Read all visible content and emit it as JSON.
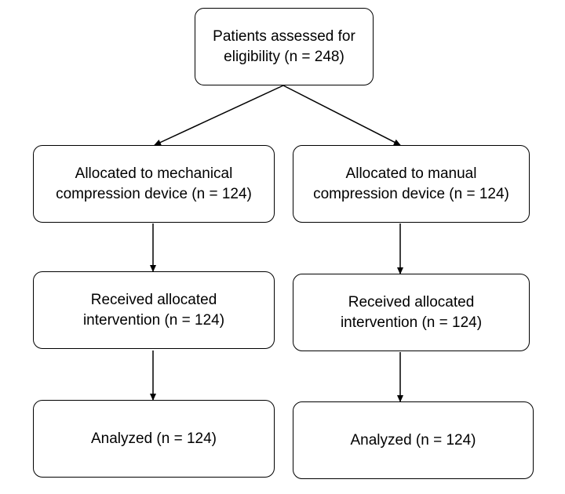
{
  "flowchart": {
    "screening": {
      "line1": "Patients assessed for",
      "line2": "eligibility (n = 248)"
    },
    "arms": [
      {
        "allocation": {
          "line1": "Allocated to mechanical",
          "line2": "compression device (n = 124)"
        },
        "received": {
          "line1": "Received allocated",
          "line2": "intervention (n = 124)"
        },
        "analyzed": {
          "line1": "Analyzed (n = 124)"
        }
      },
      {
        "allocation": {
          "line1": "Allocated to manual",
          "line2": "compression device (n = 124)"
        },
        "received": {
          "line1": "Received allocated",
          "line2": "intervention (n = 124)"
        },
        "analyzed": {
          "line1": "Analyzed (n = 124)"
        }
      }
    ],
    "colors": {
      "border": "#000000",
      "background": "#ffffff",
      "text": "#000000"
    }
  }
}
